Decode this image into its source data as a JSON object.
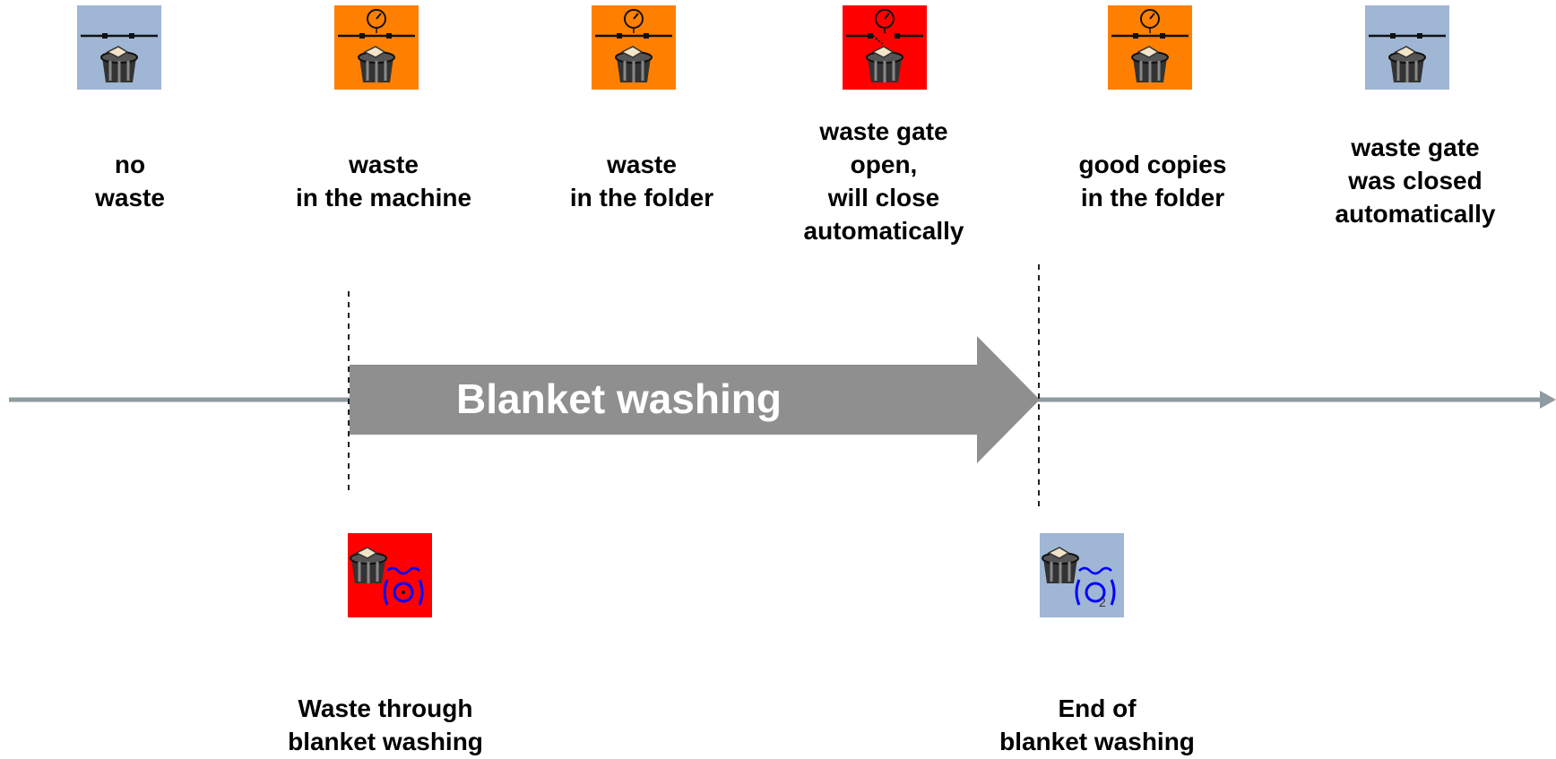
{
  "states": [
    {
      "id": "no-waste",
      "lines": [
        "no",
        "waste"
      ],
      "color": "#9fb6d4",
      "icon": "waste-bin-icon"
    },
    {
      "id": "waste-in-machine",
      "lines": [
        "waste",
        "in the machine"
      ],
      "color": "#ff8000",
      "icon": "waste-bin-clock-icon"
    },
    {
      "id": "waste-in-folder",
      "lines": [
        "waste",
        "in the folder"
      ],
      "color": "#ff8000",
      "icon": "waste-bin-clock-icon"
    },
    {
      "id": "waste-gate-open",
      "lines": [
        "waste gate",
        "open,",
        "will close",
        "automatically"
      ],
      "color": "#ff0000",
      "icon": "waste-bin-clock-icon"
    },
    {
      "id": "good-copies",
      "lines": [
        "good copies",
        "in the folder"
      ],
      "color": "#ff8000",
      "icon": "waste-bin-clock-icon"
    },
    {
      "id": "waste-gate-closed",
      "lines": [
        "waste gate",
        "was closed",
        "automatically"
      ],
      "color": "#9fb6d4",
      "icon": "waste-bin-icon"
    }
  ],
  "phase": {
    "label": "Blanket washing"
  },
  "events": [
    {
      "id": "waste-through-washing",
      "lines": [
        "Waste through",
        "blanket washing"
      ],
      "color": "#ff0000",
      "icon": "blanket-wash-waste-icon"
    },
    {
      "id": "end-of-washing",
      "lines": [
        "End of",
        "blanket washing"
      ],
      "color": "#9fb6d4",
      "icon": "blanket-wash-end-icon"
    }
  ],
  "colors": {
    "timeline": "#8e9ba0",
    "phase_arrow": "#8f8f8f",
    "wash_blue": "#0000ff"
  }
}
